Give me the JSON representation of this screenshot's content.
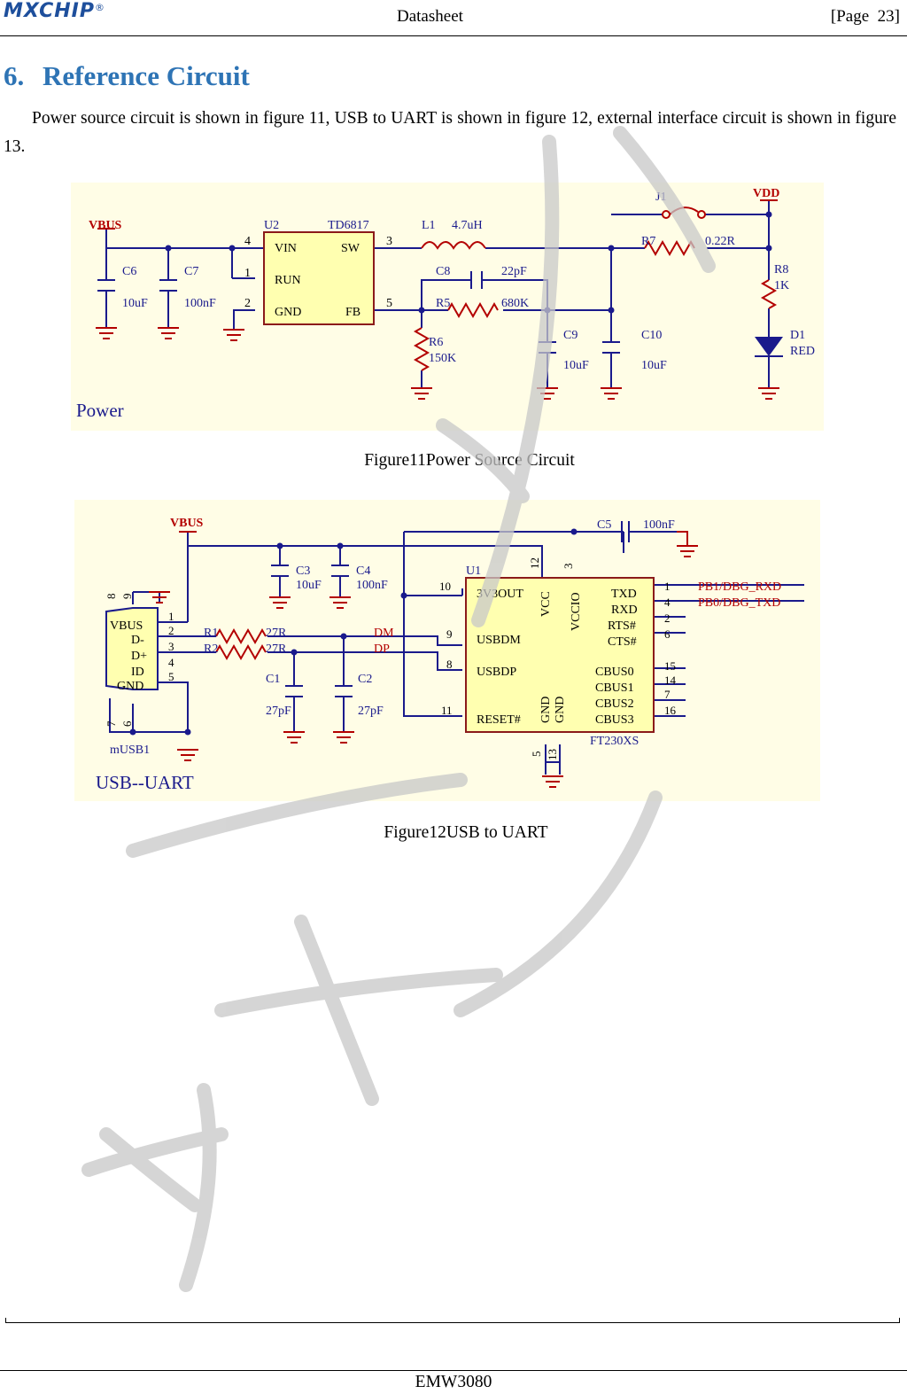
{
  "header": {
    "logo_text": "MXCHIP",
    "logo_mark": "®",
    "doc_type": "Datasheet",
    "page_label": "[Page  23]"
  },
  "section": {
    "number": "6.",
    "title": "Reference Circuit",
    "intro": "Power source circuit is shown in figure 11, USB to UART is shown in figure 12, external interface circuit is shown in figure 13."
  },
  "figure11": {
    "caption": "Figure11Power Source Circuit",
    "block_label": "Power",
    "labels": {
      "vbus": "VBUS",
      "vdd": "VDD",
      "u2": "U2",
      "u2_part": "TD6817",
      "vin": "VIN",
      "run": "RUN",
      "gnd": "GND",
      "sw": "SW",
      "fb": "FB",
      "pin4": "4",
      "pin1": "1",
      "pin2": "2",
      "pin3": "3",
      "pin5": "5",
      "c6": "C6",
      "c6_val": "10uF",
      "c7": "C7",
      "c7_val": "100nF",
      "l1": "L1",
      "l1_val": "4.7uH",
      "c8": "C8",
      "c8_val": "22pF",
      "r5": "R5",
      "r5_val": "680K",
      "r6": "R6",
      "r6_val": "150K",
      "c9": "C9",
      "c9_val": "10uF",
      "c10": "C10",
      "c10_val": "10uF",
      "j1": "J1",
      "r7": "R7",
      "r7_val": "0.22R",
      "r8": "R8",
      "r8_val": "1K",
      "d1": "D1",
      "d1_val": "RED"
    }
  },
  "figure12": {
    "caption": "Figure12USB to UART",
    "block_label": "USB--UART",
    "labels": {
      "vbus": "VBUS",
      "c5": "C5",
      "c5_val": "100nF",
      "c3": "C3",
      "c3_val": "10uF",
      "c4": "C4",
      "c4_val": "100nF",
      "u1": "U1",
      "u1_part": "FT230XS",
      "v3out": "3V3OUT",
      "vcc": "VCC",
      "vccio": "VCCIO",
      "usbdm": "USBDM",
      "usbdp": "USBDP",
      "reset": "RESET#",
      "gnd1": "GND",
      "gnd2": "GND",
      "txd": "TXD",
      "rxd": "RXD",
      "rts": "RTS#",
      "cts": "CTS#",
      "cbus0": "CBUS0",
      "cbus1": "CBUS1",
      "cbus2": "CBUS2",
      "cbus3": "CBUS3",
      "pb1": "PB1/DBG_RXD",
      "pb0": "PB0/DBG_TXD",
      "r1": "R1",
      "r1_val": "27R",
      "r2": "R2",
      "r2_val": "27R",
      "dm": "DM",
      "dp": "DP",
      "c1": "C1",
      "c1_val": "27pF",
      "c2": "C2",
      "c2_val": "27pF",
      "conn_vbus": "VBUS",
      "conn_dm": "D-",
      "conn_dp": "D+",
      "conn_id": "ID",
      "conn_gnd": "GND",
      "musb": "mUSB1",
      "p1": "1",
      "p2": "2",
      "p3": "3",
      "p4": "4",
      "p5": "5",
      "p6": "6",
      "p7": "7",
      "p8": "8",
      "p9": "9",
      "p10": "10",
      "p9b": "9",
      "p8b": "8",
      "p11": "11",
      "p12": "12",
      "p3b": "3",
      "pr1": "1",
      "pr4": "4",
      "pr2": "2",
      "pr6": "6",
      "p15": "15",
      "p14": "14",
      "p7b": "7",
      "p16": "16",
      "p5b": "5",
      "p13": "13"
    }
  },
  "footer": {
    "model": "EMW3080"
  },
  "colors": {
    "wire": "#1a1a8c",
    "chip_fill": "#ffffb0",
    "chip_border": "#8b1a1a",
    "text_red": "#b30000",
    "title_blue": "#2e74b5",
    "watermark": "#c8c8c8"
  }
}
